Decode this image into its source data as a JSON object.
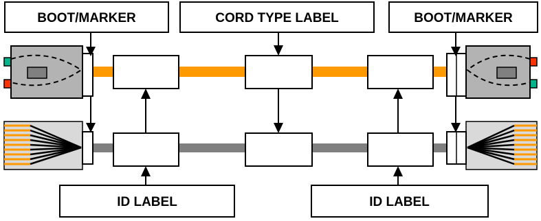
{
  "labels": {
    "boot_marker_left": "BOOT/MARKER",
    "cord_type": "CORD TYPE LABEL",
    "boot_marker_right": "BOOT/MARKER",
    "id_label_left": "ID LABEL",
    "id_label_right": "ID LABEL"
  },
  "colors": {
    "orange_cable": "#ff9900",
    "gray_cable": "#808080",
    "connector_body": "#b3b3b3",
    "fanout_body": "#d9d9d9",
    "port_green": "#00b38a",
    "port_red": "#ff3300",
    "outline": "#000000"
  },
  "icons": [
    "duplex-connector-icon",
    "mpo-fanout-connector-icon"
  ]
}
